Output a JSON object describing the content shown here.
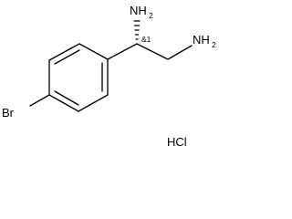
{
  "molecule": {
    "atoms": {
      "amine_top": "NH",
      "amine_top_sub": "2",
      "amine_right": "NH",
      "amine_right_sub": "2",
      "stereo_label": "&1",
      "bromine": "Br"
    },
    "salt": "HCl"
  }
}
